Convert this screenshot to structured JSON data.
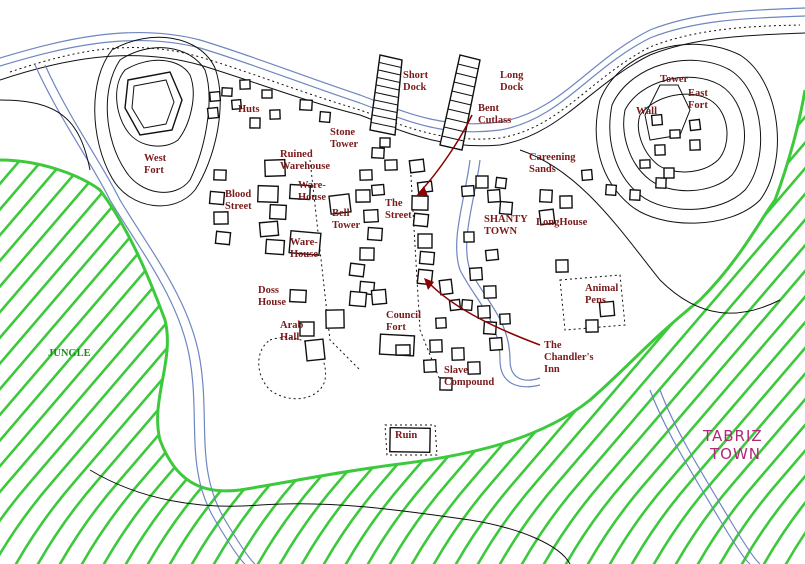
{
  "map": {
    "title_lines": [
      "TABRIZ",
      "TOWN"
    ],
    "colors": {
      "label": "#7a1a1a",
      "jungle": "#3cc93c",
      "jungle_label": "#1f8a1f",
      "river": "#6f86c0",
      "title": "#b0287a",
      "arrow": "#8b0000"
    },
    "labels": {
      "short_dock": [
        "Short",
        "Dock"
      ],
      "long_dock": [
        "Long",
        "Dock"
      ],
      "bent_cutlass": [
        "Bent",
        "Cutlass"
      ],
      "huts": [
        "Huts"
      ],
      "stone_tower": [
        "Stone",
        "Tower"
      ],
      "ruined_warehouse": [
        "Ruined",
        "Warehouse"
      ],
      "west_fort": [
        "West",
        "Fort"
      ],
      "warehouse_upper": [
        "Ware-",
        "House"
      ],
      "warehouse_lower": [
        "Ware-",
        "House"
      ],
      "blood_street": [
        "Blood",
        "Street"
      ],
      "bell_tower": [
        "Bell",
        "Tower"
      ],
      "the_street": [
        "The",
        "Street"
      ],
      "shanty_town": [
        "SHANTY",
        "TOWN"
      ],
      "longhouse": [
        "LongHouse"
      ],
      "careening_sands": [
        "Careening",
        "Sands"
      ],
      "tower": [
        "Tower"
      ],
      "east_fort": [
        "East",
        "Fort"
      ],
      "wall": [
        "Wall"
      ],
      "doss_house": [
        "Doss",
        "House"
      ],
      "animal_pens": [
        "Animal",
        "Pens"
      ],
      "council_fort": [
        "Council",
        "Fort"
      ],
      "arab_hall": [
        "Arab",
        "Hall"
      ],
      "chandlers_inn": [
        "The",
        "Chandler's",
        "Inn"
      ],
      "slave_compound": [
        "Slave",
        "Compound"
      ],
      "jungle": [
        "JUNGLE"
      ],
      "ruin": [
        "Ruin"
      ]
    }
  }
}
